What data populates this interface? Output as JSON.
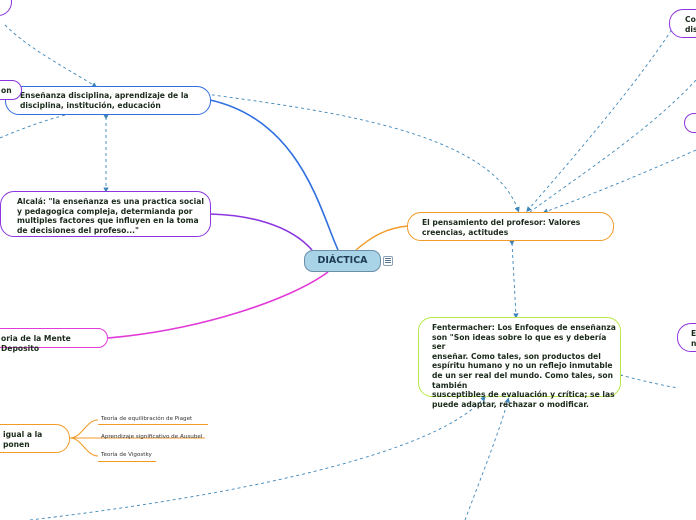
{
  "map": {
    "center": {
      "label": "DIÁCTICA"
    },
    "topics": {
      "ensenanza": "Enseñanza disciplina, aprendizaje de la\ndisciplina, institución, educación",
      "alcala": "Alcalá: \"la enseñanza es una practica social\ny pedagogica compleja, determianda por\nmultiples factores que influyen en la toma\nde decisiones del profeso...\"",
      "mente": "oria de la Mente Deposito",
      "pensamiento": "El pensamiento del profesor: Valores\ncreencias, actitudes",
      "fentermacher": "Fentermacher: Los Enfoques de enseñanza\nson \"Son ideas sobre lo que es y debería ser\nenseñar. Como tales,  son productos del\nespíritu humano y no un reflejo inmutable\nde un ser real del mundo. Como tales, son\ntambién\nsusceptibles de evaluación y crítica; se las\npuede adaptar, rechazar o modificar.",
      "left_on": "on",
      "left_igual": "igual a la\nponen",
      "right_co": "Co\ndis",
      "right_e": "E\nn"
    },
    "leaves": [
      "Teoría de equilibración de Piaget",
      "Aprendizaje significativo de Ausubel",
      "Teoría de Vigostky"
    ]
  },
  "colors": {
    "center_fill": "#a9d3e6",
    "blue_branch": "#2f6fe0",
    "purple_branch": "#8c35e0",
    "magenta_branch": "#e23ad8",
    "orange_branch": "#f19a28",
    "green_branch": "#b7e84c",
    "relationship": "#3f86b8"
  }
}
